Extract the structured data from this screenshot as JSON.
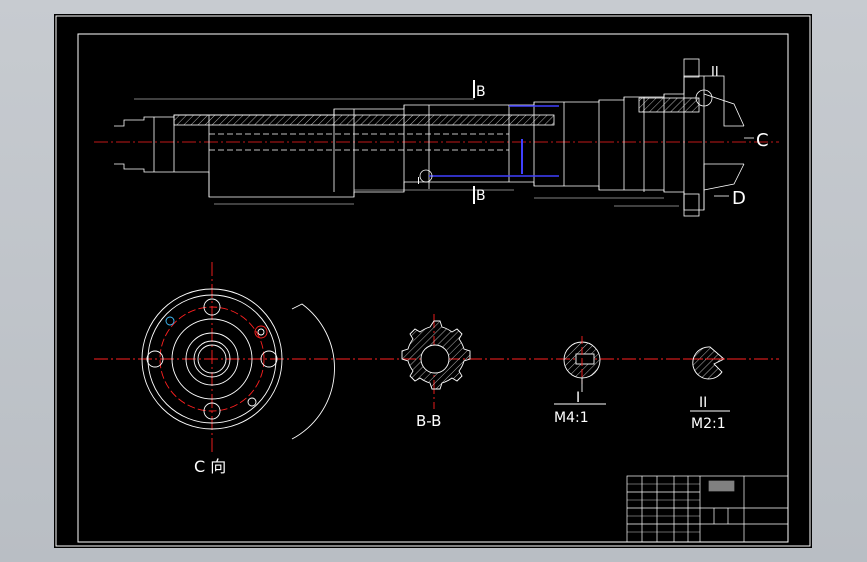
{
  "colors": {
    "background": "#000000",
    "line": "#ffffff",
    "centerline": "#ff2020",
    "highlight": "#4040ff",
    "frame": "#c8ccd1"
  },
  "labels": {
    "section_b_top": "B",
    "section_b_bottom": "B",
    "axis_c": "C",
    "axis_d": "D",
    "detail_ii_top": "II",
    "detail_i_marker": "I",
    "view_c": "C 向",
    "section_bb": "B-B",
    "detail_i": "I",
    "detail_i_scale": "M4:1",
    "detail_ii": "II",
    "detail_ii_scale": "M2:1"
  }
}
